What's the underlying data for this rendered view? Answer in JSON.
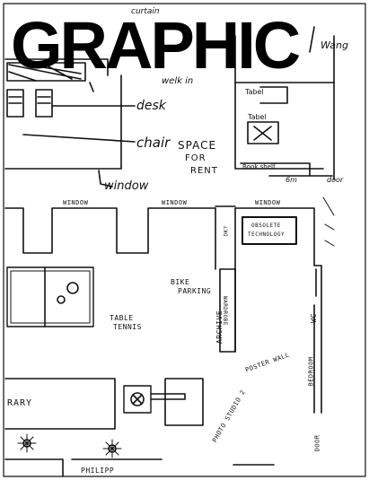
{
  "masthead": "GRAPHIC",
  "labels": {
    "curtain": "curtain",
    "wang": "Wang",
    "tabel_top": "Tabel",
    "tabel_mid": "Tabel",
    "desk": "desk",
    "welk_in": "welk in",
    "chair": "chair",
    "space_for_rent_1": "SPACE",
    "space_for_rent_2": "FOR",
    "space_for_rent_3": "RENT",
    "book_shelf": "Book shelf",
    "six_m": "6m",
    "door": "door",
    "window_hand": "window",
    "window_1": "WINDOW",
    "window_2": "WINDOW",
    "window_3": "WINDOW",
    "obsolete_1": "OBSOLETE",
    "obsolete_2": "TECHNOLOGY",
    "ok": "OK?",
    "bike": "BIKE",
    "parking": "PARKING",
    "wardrobe": "WARDROBE",
    "archive": "ARCHIVE",
    "table_tennis_1": "TABLE",
    "table_tennis_2": "TENNIS",
    "poster_wall": "POSTER WALL",
    "wc": "WC",
    "bedroom": "BEDROOM",
    "photo_studio": "PHOTO STUDIO 2",
    "door_2": "DOOR",
    "library": "RARY",
    "philipp": "PHILIPP"
  },
  "colors": {
    "ink": "#000000",
    "paper": "#ffffff"
  }
}
